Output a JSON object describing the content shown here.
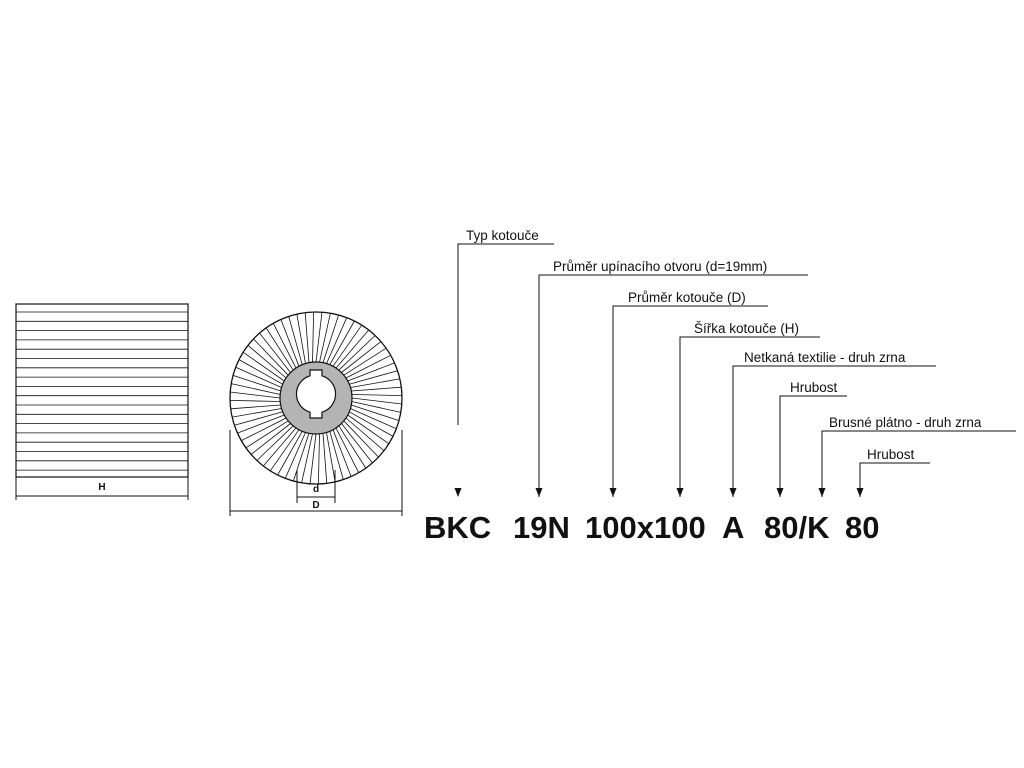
{
  "side_view": {
    "dimension_label": "H"
  },
  "front_view": {
    "inner_dimension_label": "d",
    "outer_dimension_label": "D"
  },
  "callouts": [
    {
      "id": "type",
      "label": "Typ kotouče"
    },
    {
      "id": "bore",
      "label": "Průměr upínacího otvoru (d=19mm)"
    },
    {
      "id": "diameter",
      "label": "Průměr kotouče (D)"
    },
    {
      "id": "width",
      "label": "Šířka kotouče (H)"
    },
    {
      "id": "nonwoven",
      "label": "Netkaná textilie - druh zrna"
    },
    {
      "id": "grit1",
      "label": "Hrubost"
    },
    {
      "id": "cloth",
      "label": "Brusné plátno - druh zrna"
    },
    {
      "id": "grit2",
      "label": "Hrubost"
    }
  ],
  "code_segments": [
    {
      "id": "bkc",
      "text": "BKC"
    },
    {
      "id": "19n",
      "text": "19N"
    },
    {
      "id": "size",
      "text": "100x100"
    },
    {
      "id": "a",
      "text": "A"
    },
    {
      "id": "80k",
      "text": "80/K"
    },
    {
      "id": "80",
      "text": "80"
    }
  ],
  "colors": {
    "line": "#111111",
    "hub": "#b4b4b4",
    "background": "#ffffff"
  }
}
